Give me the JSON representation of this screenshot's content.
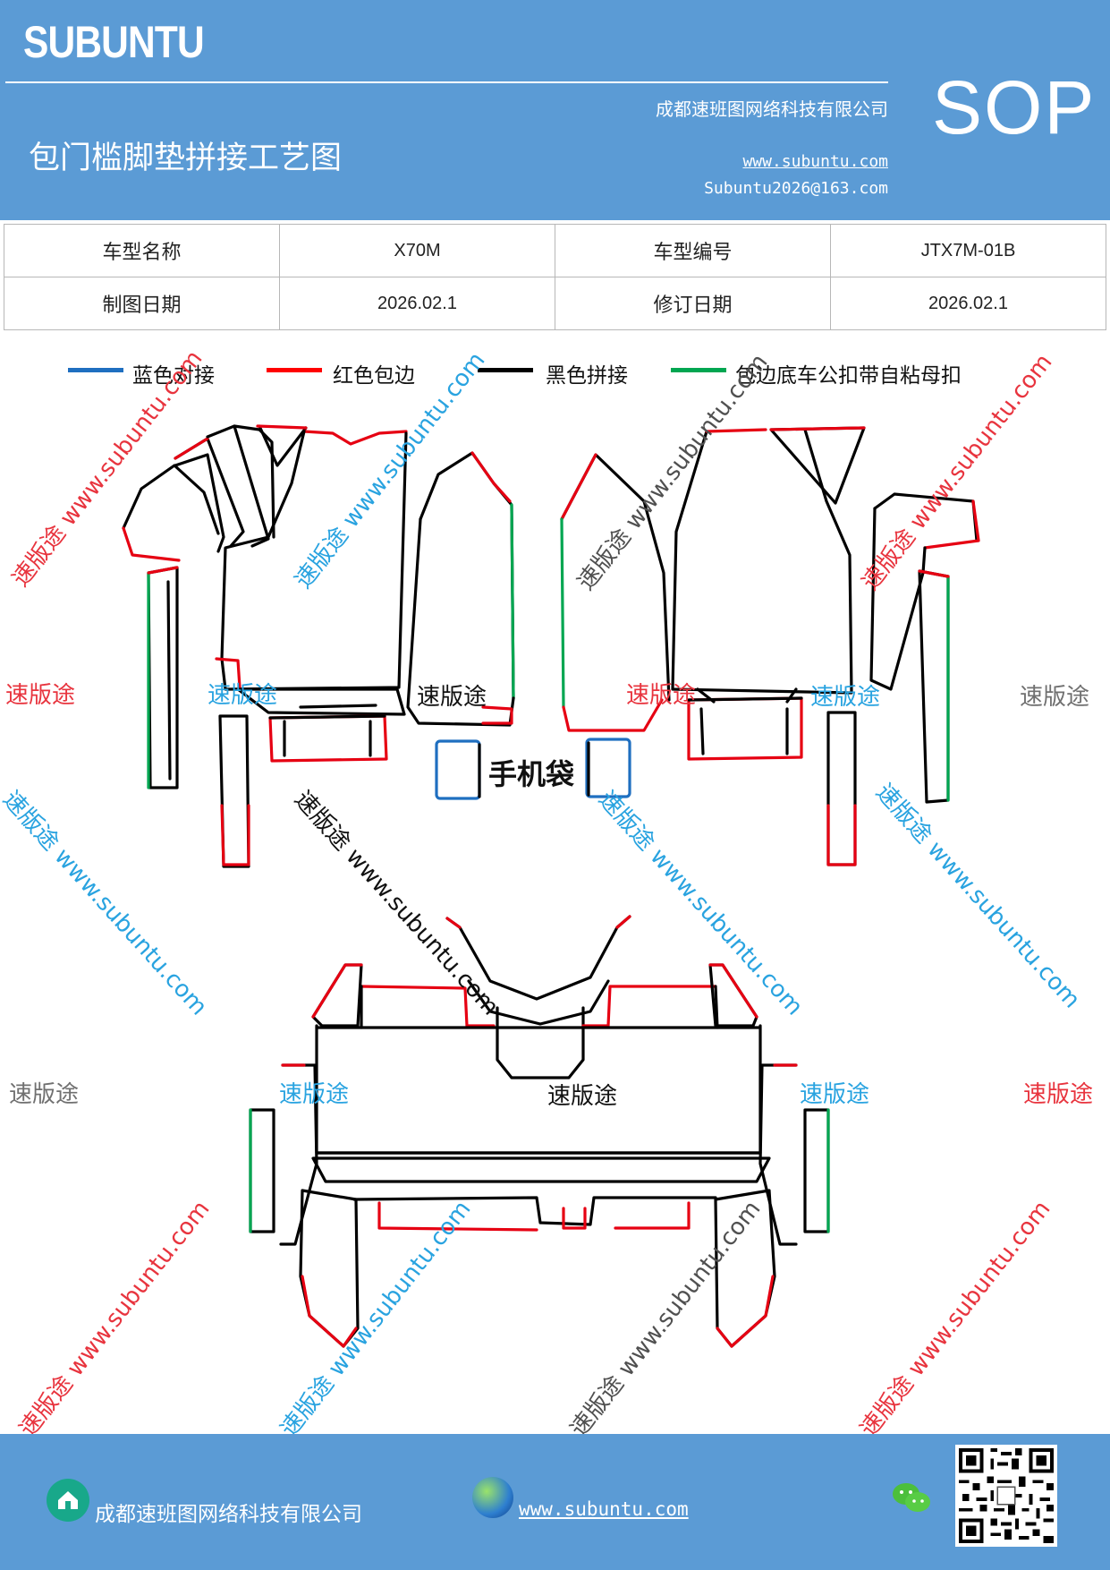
{
  "header": {
    "brand": "SUBUNTU",
    "company": "成都速班图网络科技有限公司",
    "title": "包门槛脚垫拼接工艺图",
    "website": "www.subuntu.com",
    "email": "Subuntu2026@163.com",
    "doc_type": "SOP"
  },
  "info_table": {
    "rows": [
      [
        "车型名称",
        "X70M",
        "车型编号",
        "JTX7M-01B"
      ],
      [
        "制图日期",
        "2026.02.1",
        "修订日期",
        "2026.02.1"
      ]
    ]
  },
  "legend": [
    {
      "label": "蓝色对接",
      "color": "#1f6fc0"
    },
    {
      "label": "红色包边",
      "color": "#ff0000"
    },
    {
      "label": "黑色拼接",
      "color": "#000000"
    },
    {
      "label": "包边底车公扣带自粘母扣",
      "color": "#00a651"
    }
  ],
  "diagram": {
    "phone_bag_label": "手机袋"
  },
  "watermarks": {
    "short": "速版途",
    "long": "速版途 www.subuntu.com",
    "colors": {
      "red": "#e8343e",
      "blue": "#29a3e0",
      "gray": "#707070",
      "black": "#111111"
    }
  },
  "footer": {
    "company": "成都速班图网络科技有限公司",
    "website": "www.subuntu.com",
    "home-icon": "home-icon",
    "globe-icon": "globe-icon",
    "wechat-icon": "wechat-icon"
  }
}
